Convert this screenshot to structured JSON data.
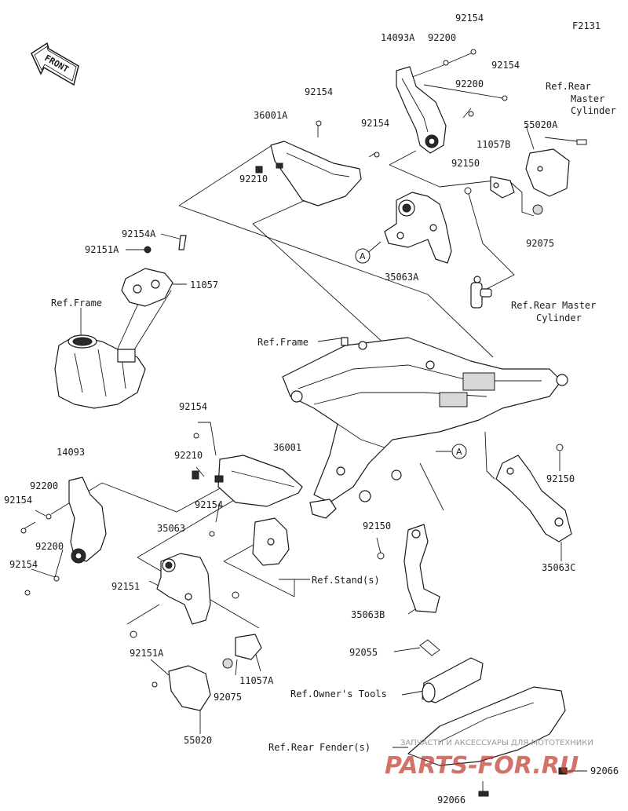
{
  "diagram_code": "F2131",
  "front_indicator": "FRONT",
  "callout_letter": "A",
  "watermark": {
    "line1": "ЗАПЧАСТИ И АКСЕССУАРЫ ДЛЯ МОТОТЕХНИКИ",
    "line2": "PARTS-FOR.RU"
  },
  "references": [
    {
      "id": "ref-frame-top",
      "text": "Ref.Frame"
    },
    {
      "id": "ref-frame-center",
      "text": "Ref.Frame"
    },
    {
      "id": "ref-rear-master-cylinder-top",
      "lines": [
        "Ref.Rear",
        "Master",
        "Cylinder"
      ]
    },
    {
      "id": "ref-rear-master-cylinder-mid",
      "lines": [
        "Ref.Rear Master",
        "Cylinder"
      ]
    },
    {
      "id": "ref-stands",
      "text": "Ref.Stand(s)"
    },
    {
      "id": "ref-owners-tools",
      "text": "Ref.Owner's Tools"
    },
    {
      "id": "ref-rear-fenders",
      "text": "Ref.Rear Fender(s)"
    }
  ],
  "parts": [
    {
      "id": "p1",
      "number": "92154"
    },
    {
      "id": "p2",
      "number": "14093A"
    },
    {
      "id": "p3",
      "number": "92200"
    },
    {
      "id": "p4",
      "number": "92154"
    },
    {
      "id": "p5",
      "number": "92200"
    },
    {
      "id": "p6",
      "number": "92154"
    },
    {
      "id": "p7",
      "number": "36001A"
    },
    {
      "id": "p8",
      "number": "92154"
    },
    {
      "id": "p9",
      "number": "55020A"
    },
    {
      "id": "p10",
      "number": "11057B"
    },
    {
      "id": "p11",
      "number": "92150"
    },
    {
      "id": "p12",
      "number": "92210"
    },
    {
      "id": "p13",
      "number": "92075"
    },
    {
      "id": "p14",
      "number": "92154A"
    },
    {
      "id": "p15",
      "number": "92151A"
    },
    {
      "id": "p16",
      "number": "11057"
    },
    {
      "id": "p17",
      "number": "35063A"
    },
    {
      "id": "p18",
      "number": "92154"
    },
    {
      "id": "p19",
      "number": "14093"
    },
    {
      "id": "p20",
      "number": "92210"
    },
    {
      "id": "p21",
      "number": "36001"
    },
    {
      "id": "p22",
      "number": "92200"
    },
    {
      "id": "p23",
      "number": "92154"
    },
    {
      "id": "p24",
      "number": "92154"
    },
    {
      "id": "p25",
      "number": "92150"
    },
    {
      "id": "p26",
      "number": "35063"
    },
    {
      "id": "p27",
      "number": "92150"
    },
    {
      "id": "p28",
      "number": "92200"
    },
    {
      "id": "p29",
      "number": "92154"
    },
    {
      "id": "p30",
      "number": "35063C"
    },
    {
      "id": "p31",
      "number": "92151"
    },
    {
      "id": "p32",
      "number": "35063B"
    },
    {
      "id": "p33",
      "number": "92151A"
    },
    {
      "id": "p34",
      "number": "92055"
    },
    {
      "id": "p35",
      "number": "11057A"
    },
    {
      "id": "p36",
      "number": "92075"
    },
    {
      "id": "p37",
      "number": "55020"
    },
    {
      "id": "p38",
      "number": "92066"
    },
    {
      "id": "p39",
      "number": "92066"
    }
  ]
}
